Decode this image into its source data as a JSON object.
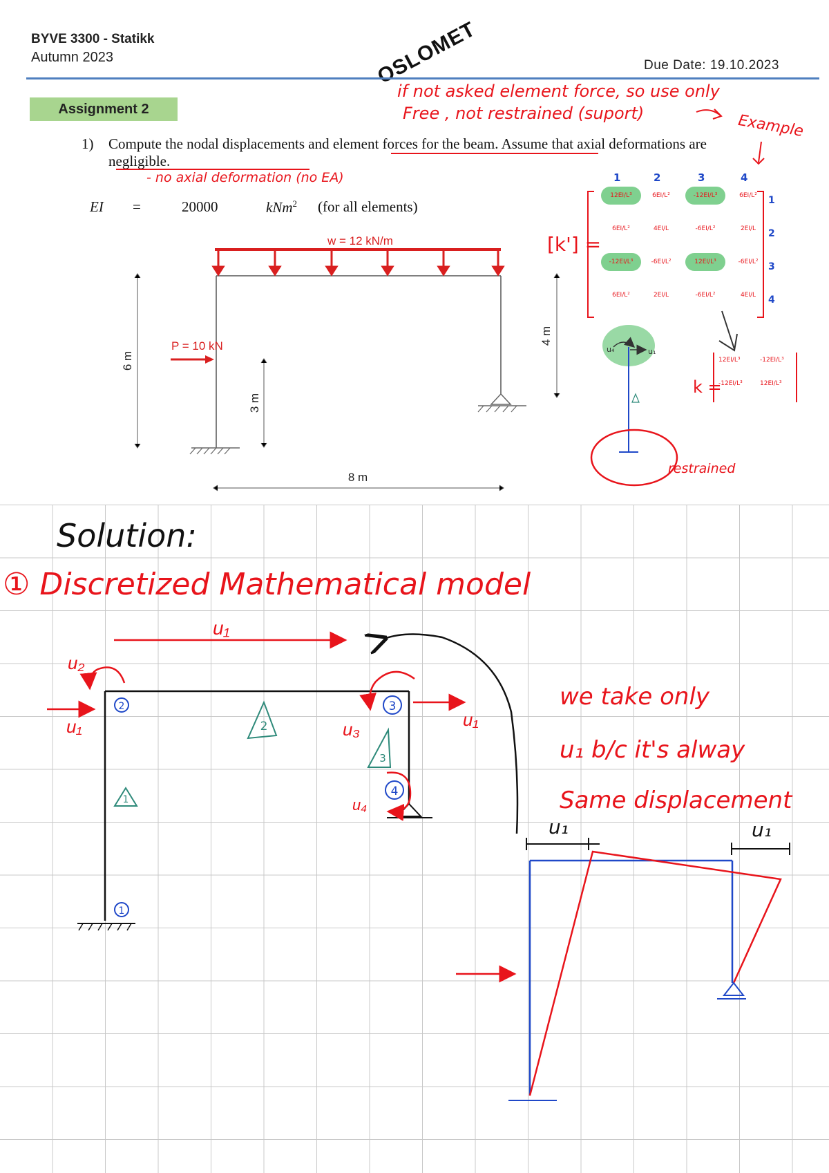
{
  "header": {
    "course": "BYVE 3300 - Statikk",
    "term": "Autumn 2023",
    "logo": "OSLOMET",
    "due_date": "Due Date: 19.10.2023"
  },
  "assignment_label": "Assignment 2",
  "question": {
    "number": "1)",
    "text": "Compute the nodal displacements and element forces for the beam. Assume that axial deformations are negligible."
  },
  "properties": {
    "symbol": "EI",
    "equals": "=",
    "value": "20000",
    "unit": "kNm",
    "unit_exp": "2",
    "note": "(for all elements)"
  },
  "figure": {
    "load_w": "w = 12 kN/m",
    "load_p": "P = 10 kN",
    "height_left": "6 m",
    "height_p": "3 m",
    "height_right": "4 m",
    "span": "8 m"
  },
  "annotations": {
    "note_1": "if not asked element force, so use only",
    "note_2": "Free , not restrained (suport)",
    "example": "Example",
    "no_axial": "- no axial deformation (no EA)",
    "restrained": "restrained",
    "k_label": "k =",
    "matrix_label": "[k'] =",
    "matrix_col_headers": [
      "1",
      "2",
      "3",
      "4"
    ],
    "matrix_row_headers": [
      "1",
      "2",
      "3",
      "4"
    ],
    "matrix_cells": [
      [
        "12EI/L³",
        "6EI/L²",
        "-12EI/L³",
        "6EI/L²"
      ],
      [
        "6EI/L²",
        "4EI/L",
        "-6EI/L²",
        "2EI/L"
      ],
      [
        "-12EI/L³",
        "-6EI/L²",
        "12EI/L³",
        "-6EI/L²"
      ],
      [
        "6EI/L²",
        "2EI/L",
        "-6EI/L²",
        "4EI/L"
      ]
    ],
    "reduced_cells": [
      [
        "12EI/L³",
        "-12EI/L³"
      ],
      [
        "-12EI/L³",
        "12EI/L³"
      ]
    ],
    "u1": "u₁",
    "u4": "u₄"
  },
  "solution": {
    "title": "Solution:",
    "step": "① Discretized Mathematical model",
    "u1": "u₁",
    "u2": "u₂",
    "u3": "u₃",
    "u4": "u₄",
    "nodes": [
      "①",
      "②",
      "③",
      "④"
    ],
    "elements": [
      "1",
      "2",
      "3"
    ],
    "note_line1": "we take only",
    "note_line2": "u₁ b/c it's alway",
    "note_line3": "Same displacement"
  },
  "colors": {
    "red": "#e8141b",
    "blue": "#1f48c8",
    "teal": "#2e8a7a",
    "highlight": "#7fd08f",
    "rule": "#4f7fbf"
  }
}
